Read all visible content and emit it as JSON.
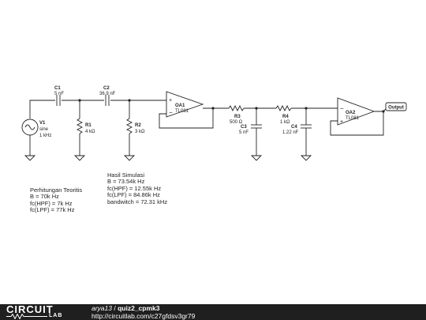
{
  "components": {
    "v1": {
      "name": "V1",
      "type": "sine",
      "freq": "1 kHz"
    },
    "c1": {
      "name": "C1",
      "value": "5 nF"
    },
    "c2": {
      "name": "C2",
      "value": "36.9 nF"
    },
    "r1": {
      "name": "R1",
      "value": "4 kΩ"
    },
    "r2": {
      "name": "R2",
      "value": "3 kΩ"
    },
    "oa1": {
      "name": "OA1",
      "model": "TL081"
    },
    "r3": {
      "name": "R3",
      "value": "500 Ω"
    },
    "c3": {
      "name": "C3",
      "value": "5 nF"
    },
    "r4": {
      "name": "R4",
      "value": "1 kΩ"
    },
    "c4": {
      "name": "C4",
      "value": "1.22 nF"
    },
    "oa2": {
      "name": "OA2",
      "model": "TL081"
    },
    "output": {
      "label": "Output"
    }
  },
  "notes": {
    "theory": {
      "title": "Perhitungan Teoritis",
      "lines": [
        "B = 70k Hz",
        "fc(HPF) = 7k Hz",
        "fc(LPF) = 77k Hz"
      ]
    },
    "simulation": {
      "title": "Hasil Simulasi",
      "lines": [
        "B = 73.54k Hz",
        "fc(HPF) = 12.55k Hz",
        "fc(LPF) = 84.86k Hz",
        "bandwitch = 72.31 kHz"
      ]
    }
  },
  "footer": {
    "logo_top": "CIRCUIT",
    "logo_bottom": "LAB",
    "author": "arya13",
    "separator": " / ",
    "title": "quiz2_cpmk3",
    "url": "http://circuitlab.com/c27gfdsv3gr79"
  },
  "colors": {
    "wire": "#222222",
    "footer_bg": "#1f1f1f",
    "footer_text": "#ffffff"
  }
}
